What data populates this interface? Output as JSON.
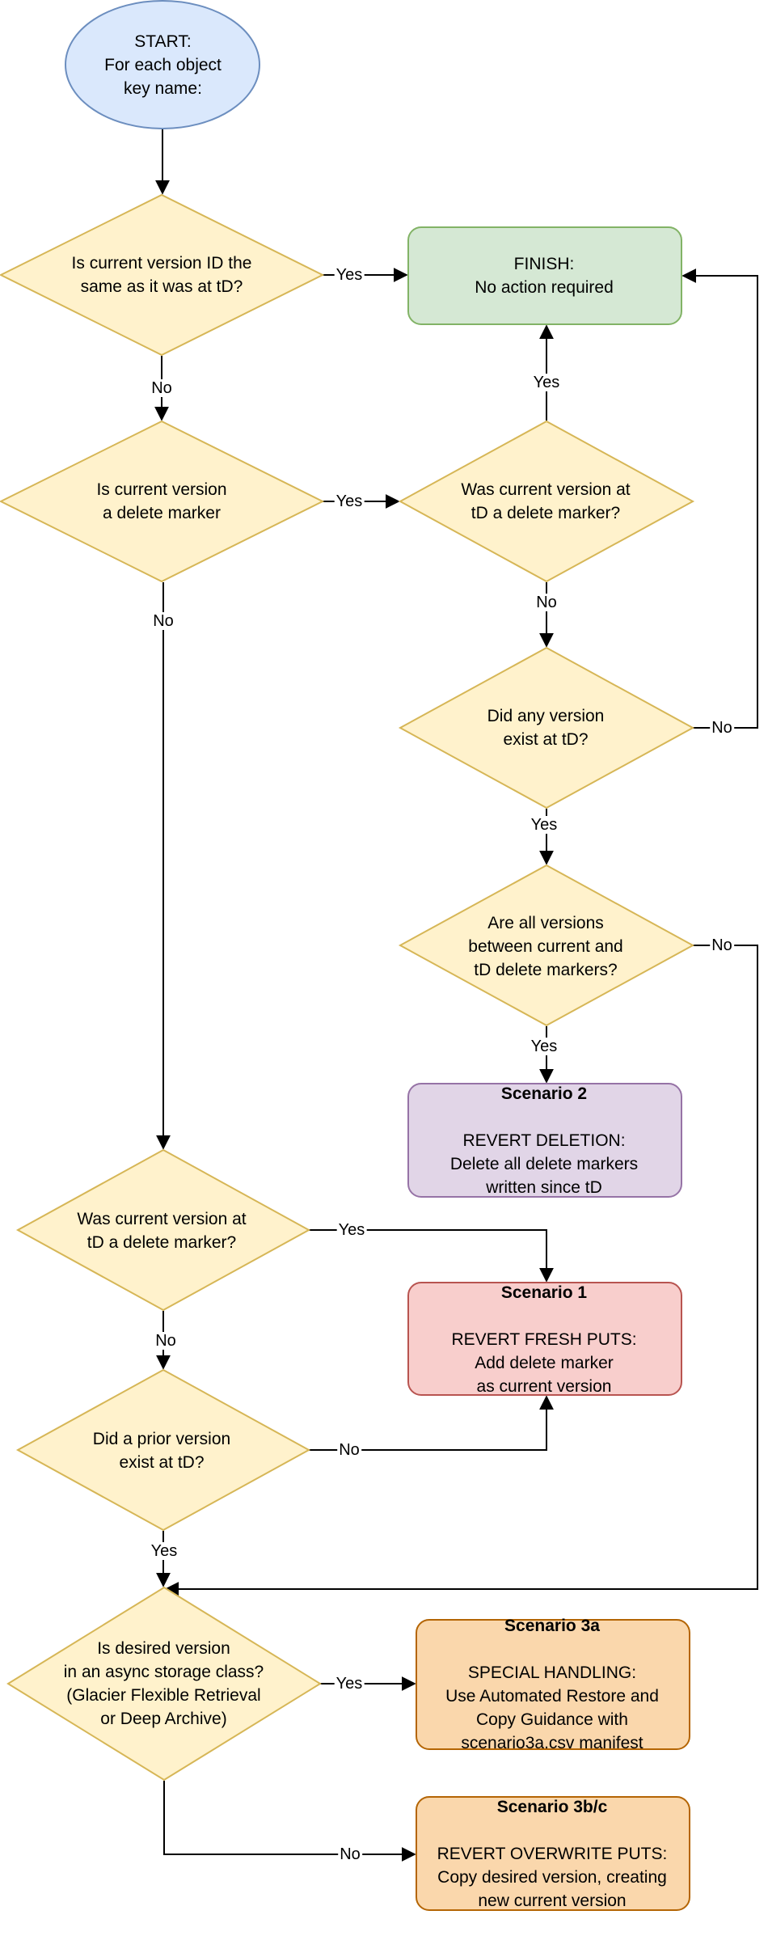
{
  "colors": {
    "start_fill": "#dae8fc",
    "start_stroke": "#6c8ebf",
    "decision_fill": "#fff2cc",
    "decision_stroke": "#d6b656",
    "finish_fill": "#d5e8d4",
    "finish_stroke": "#82b366",
    "scenario2_fill": "#e1d5e7",
    "scenario2_stroke": "#9673a6",
    "scenario1_fill": "#f8cecc",
    "scenario1_stroke": "#b85450",
    "scenario3_fill": "#fad7ac",
    "scenario3_stroke": "#b46504",
    "edge": "#000000"
  },
  "nodes": {
    "start": {
      "text": "START:\nFor each object\nkey name:"
    },
    "q_same_id": {
      "text": "Is current version ID the\nsame as it was at tD?"
    },
    "finish": {
      "text": "FINISH:\nNo action required"
    },
    "q_current_delete": {
      "text": "Is current version\na delete marker"
    },
    "q_was_delete_right": {
      "text": "Was current version at\ntD a delete marker?"
    },
    "q_any_version": {
      "text": "Did any version\nexist at tD?"
    },
    "q_all_delete": {
      "text": "Are all versions\nbetween current and\ntD delete markers?"
    },
    "scenario2": {
      "title": "Scenario 2",
      "text": "REVERT DELETION:\nDelete all delete markers\nwritten since tD"
    },
    "q_was_delete_left": {
      "text": "Was current version at\ntD a delete marker?"
    },
    "scenario1": {
      "title": "Scenario 1",
      "text": "REVERT FRESH PUTS:\nAdd delete marker\nas current version"
    },
    "q_prior_version": {
      "text": "Did a prior version\nexist at tD?"
    },
    "q_async": {
      "text": "Is desired version\nin an async storage class?\n(Glacier Flexible Retrieval\nor Deep Archive)"
    },
    "scenario3a": {
      "title": "Scenario 3a",
      "text": "SPECIAL HANDLING:\nUse Automated Restore and\nCopy Guidance with\nscenario3a.csv manifest"
    },
    "scenario3bc": {
      "title": "Scenario 3b/c",
      "text": "REVERT OVERWRITE PUTS:\nCopy desired version, creating\nnew current version"
    }
  },
  "edges": {
    "yes": "Yes",
    "no": "No"
  }
}
